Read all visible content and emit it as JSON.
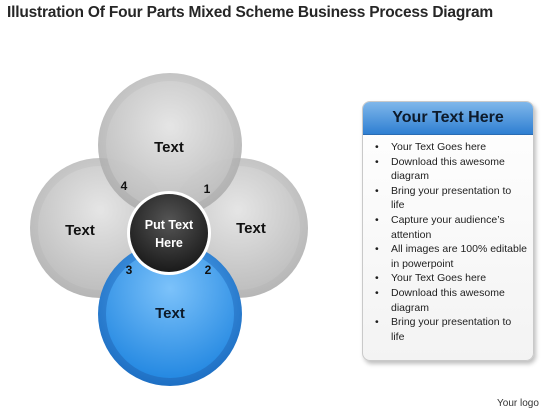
{
  "title": "Illustration Of Four Parts Mixed Scheme Business Process Diagram",
  "diagram": {
    "center_line1": "Put Text",
    "center_line2": "Here",
    "circles": {
      "top": "Text",
      "left": "Text",
      "right": "Text",
      "bottom": "Text"
    },
    "numbers": {
      "one": "1",
      "two": "2",
      "three": "3",
      "four": "4"
    }
  },
  "panel": {
    "header": "Your Text Here",
    "items": [
      "Your Text Goes here",
      "Download this awesome diagram",
      "Bring your presentation to life",
      "Capture your audience’s attention",
      "All images are 100% editable in powerpoint",
      "Your Text Goes here",
      "Download this awesome diagram",
      "Bring your presentation to life"
    ]
  },
  "footer": {
    "logo": "Your logo"
  },
  "colors": {
    "gray_circle": "#c9c9c9",
    "blue_circle": "#2b8ee6",
    "center_circle": "#2a2a2a",
    "panel_header": "#3f8ad8"
  }
}
